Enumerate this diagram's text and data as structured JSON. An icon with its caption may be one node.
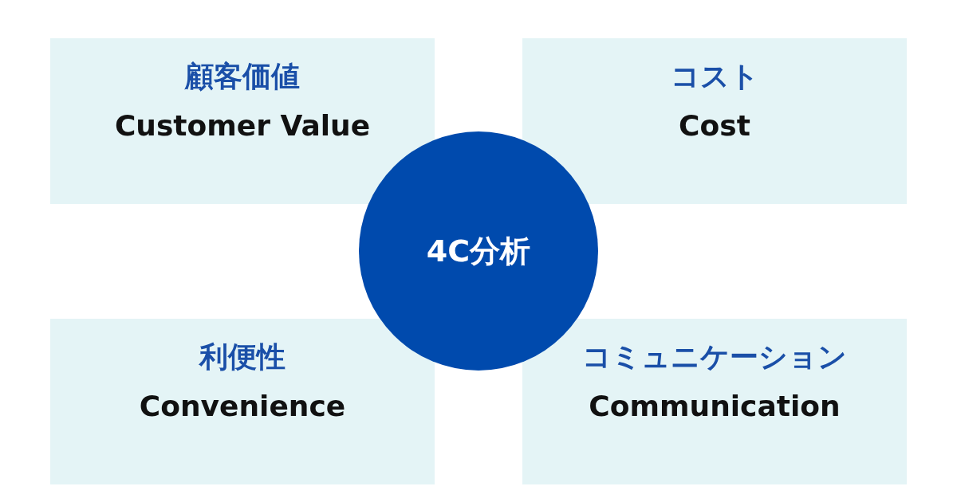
{
  "diagram": {
    "nodes": [
      {
        "text": [
          "顧客価値",
          "Customer Value"
        ]
      },
      {
        "text": [
          "コスト",
          "Cost"
        ]
      },
      {
        "text": [
          "4C分析"
        ]
      },
      {
        "text": [
          "利便性",
          "Convenience"
        ]
      },
      {
        "text": [
          "コミュニケーション",
          "Communication"
        ]
      }
    ]
  }
}
